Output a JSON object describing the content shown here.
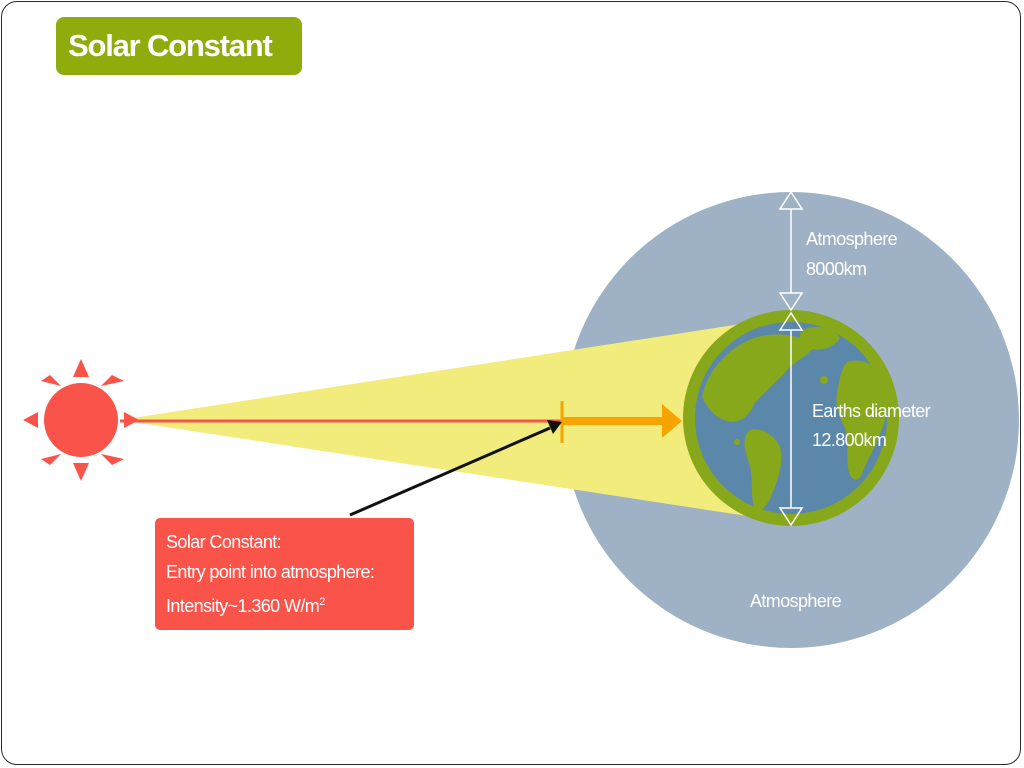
{
  "title": "Solar Constant",
  "labels": {
    "atmosphere_thickness_name": "Atmosphere",
    "atmosphere_thickness_value": "8000km",
    "earth_diameter_name": "Earths diameter",
    "earth_diameter_value": "12.800km",
    "atmosphere_bottom": "Atmosphere"
  },
  "info_box": {
    "heading": "Solar Constant:",
    "line2": "Entry point into atmosphere:",
    "intensity_prefix": "Intensity~1.360 W/m",
    "intensity_superscript": "2"
  },
  "colors": {
    "title_background": "#8eac0b",
    "sun": "#f9534a",
    "light_beam": "#f1ec7c",
    "atmosphere": "#9fb2c5",
    "earth_land": "#87a81b",
    "earth_ocean": "#5b87aa",
    "ray_line": "#f9534a",
    "entry_arrow": "#f7a400",
    "info_box": "#f9534a"
  },
  "icons": {
    "sun": "sun-icon",
    "earth": "globe-icon"
  }
}
